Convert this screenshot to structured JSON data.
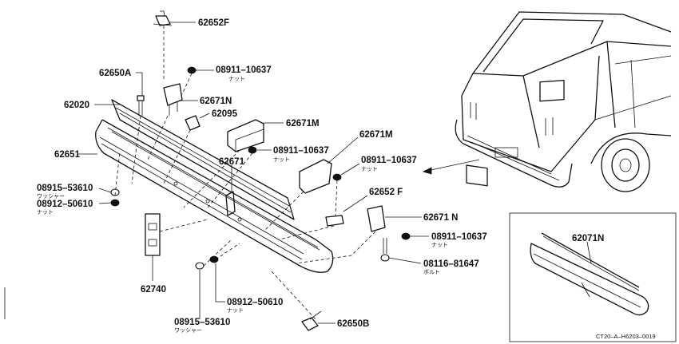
{
  "parts": [
    {
      "id": "p62652F_top",
      "number": "62652F",
      "sub": ""
    },
    {
      "id": "p62650A",
      "number": "62650A",
      "sub": ""
    },
    {
      "id": "p08911_a",
      "number": "08911–10637",
      "sub": "ナット"
    },
    {
      "id": "p62020",
      "number": "62020",
      "sub": ""
    },
    {
      "id": "p62671N_a",
      "number": "62671N",
      "sub": ""
    },
    {
      "id": "p62095",
      "number": "62095",
      "sub": ""
    },
    {
      "id": "p62671M_a",
      "number": "62671M",
      "sub": ""
    },
    {
      "id": "p62651",
      "number": "62651",
      "sub": ""
    },
    {
      "id": "p08911_b",
      "number": "08911–10637",
      "sub": "ナット"
    },
    {
      "id": "p62671M_b",
      "number": "62671M",
      "sub": ""
    },
    {
      "id": "p08911_c",
      "number": "08911–10637",
      "sub": "ナット"
    },
    {
      "id": "p62671",
      "number": "62671",
      "sub": ""
    },
    {
      "id": "p08915_a",
      "number": "08915–53610",
      "sub": "ワッシャー"
    },
    {
      "id": "p08912_a",
      "number": "08912–50610",
      "sub": "ナット"
    },
    {
      "id": "p62652F_b",
      "number": "62652 F",
      "sub": ""
    },
    {
      "id": "p62671N_b",
      "number": "62671 N",
      "sub": ""
    },
    {
      "id": "p08911_d",
      "number": "08911–10637",
      "sub": "ナット"
    },
    {
      "id": "p08116",
      "number": "08116–81647",
      "sub": "ボルト"
    },
    {
      "id": "p62740",
      "number": "62740",
      "sub": ""
    },
    {
      "id": "p08912_b",
      "number": "08912–50610",
      "sub": "ナット"
    },
    {
      "id": "p08915_b",
      "number": "08915–53610",
      "sub": "ワッシャー"
    },
    {
      "id": "p62650B",
      "number": "62650B",
      "sub": ""
    },
    {
      "id": "p62071N",
      "number": "62071N",
      "sub": ""
    }
  ],
  "drawing_code": "CT20–A–H6203–0019"
}
